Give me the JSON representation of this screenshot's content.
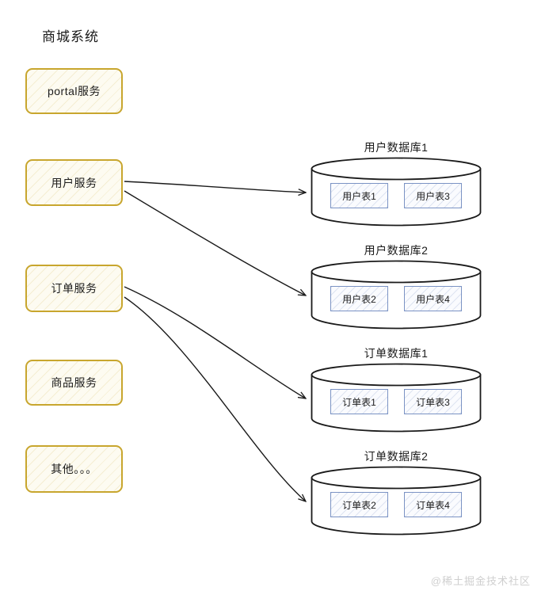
{
  "diagram": {
    "title": "商城系统",
    "type": "architecture-diagram",
    "colors": {
      "service_border": "#c8a62e",
      "service_fill": "#fdfbf1",
      "db_stroke": "#1a1a1a",
      "table_border": "#7b93c4",
      "table_fill": "#fafbfe",
      "arrow": "#1a1a1a",
      "background": "#ffffff",
      "watermark": "#cfcfcf"
    }
  },
  "services": [
    {
      "id": "portal",
      "label": "portal服务"
    },
    {
      "id": "user",
      "label": "用户服务"
    },
    {
      "id": "order",
      "label": "订单服务"
    },
    {
      "id": "goods",
      "label": "商品服务"
    },
    {
      "id": "other",
      "label": "其他。。。"
    }
  ],
  "databases": [
    {
      "id": "user-db-1",
      "title": "用户数据库1",
      "tables": [
        {
          "label": "用户表1"
        },
        {
          "label": "用户表3"
        }
      ]
    },
    {
      "id": "user-db-2",
      "title": "用户数据库2",
      "tables": [
        {
          "label": "用户表2"
        },
        {
          "label": "用户表4"
        }
      ]
    },
    {
      "id": "order-db-1",
      "title": "订单数据库1",
      "tables": [
        {
          "label": "订单表1"
        },
        {
          "label": "订单表3"
        }
      ]
    },
    {
      "id": "order-db-2",
      "title": "订单数据库2",
      "tables": [
        {
          "label": "订单表2"
        },
        {
          "label": "订单表4"
        }
      ]
    }
  ],
  "connections": [
    {
      "from": "用户服务",
      "to": "用户数据库1"
    },
    {
      "from": "用户服务",
      "to": "用户数据库2"
    },
    {
      "from": "订单服务",
      "to": "订单数据库1"
    },
    {
      "from": "订单服务",
      "to": "订单数据库2"
    }
  ],
  "watermark": {
    "text": "@稀土掘金技术社区"
  }
}
